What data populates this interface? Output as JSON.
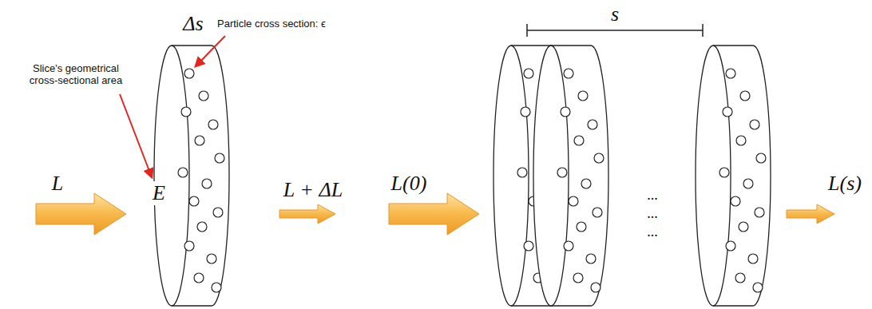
{
  "diagram": {
    "labels": [
      "Δs",
      "Particle cross section: ϵ",
      "Slice's geometrical cross-sectional area",
      "L",
      "E",
      "L + ΔL",
      "L(0)",
      "s",
      "L(s)",
      "...",
      "...",
      "..."
    ]
  }
}
